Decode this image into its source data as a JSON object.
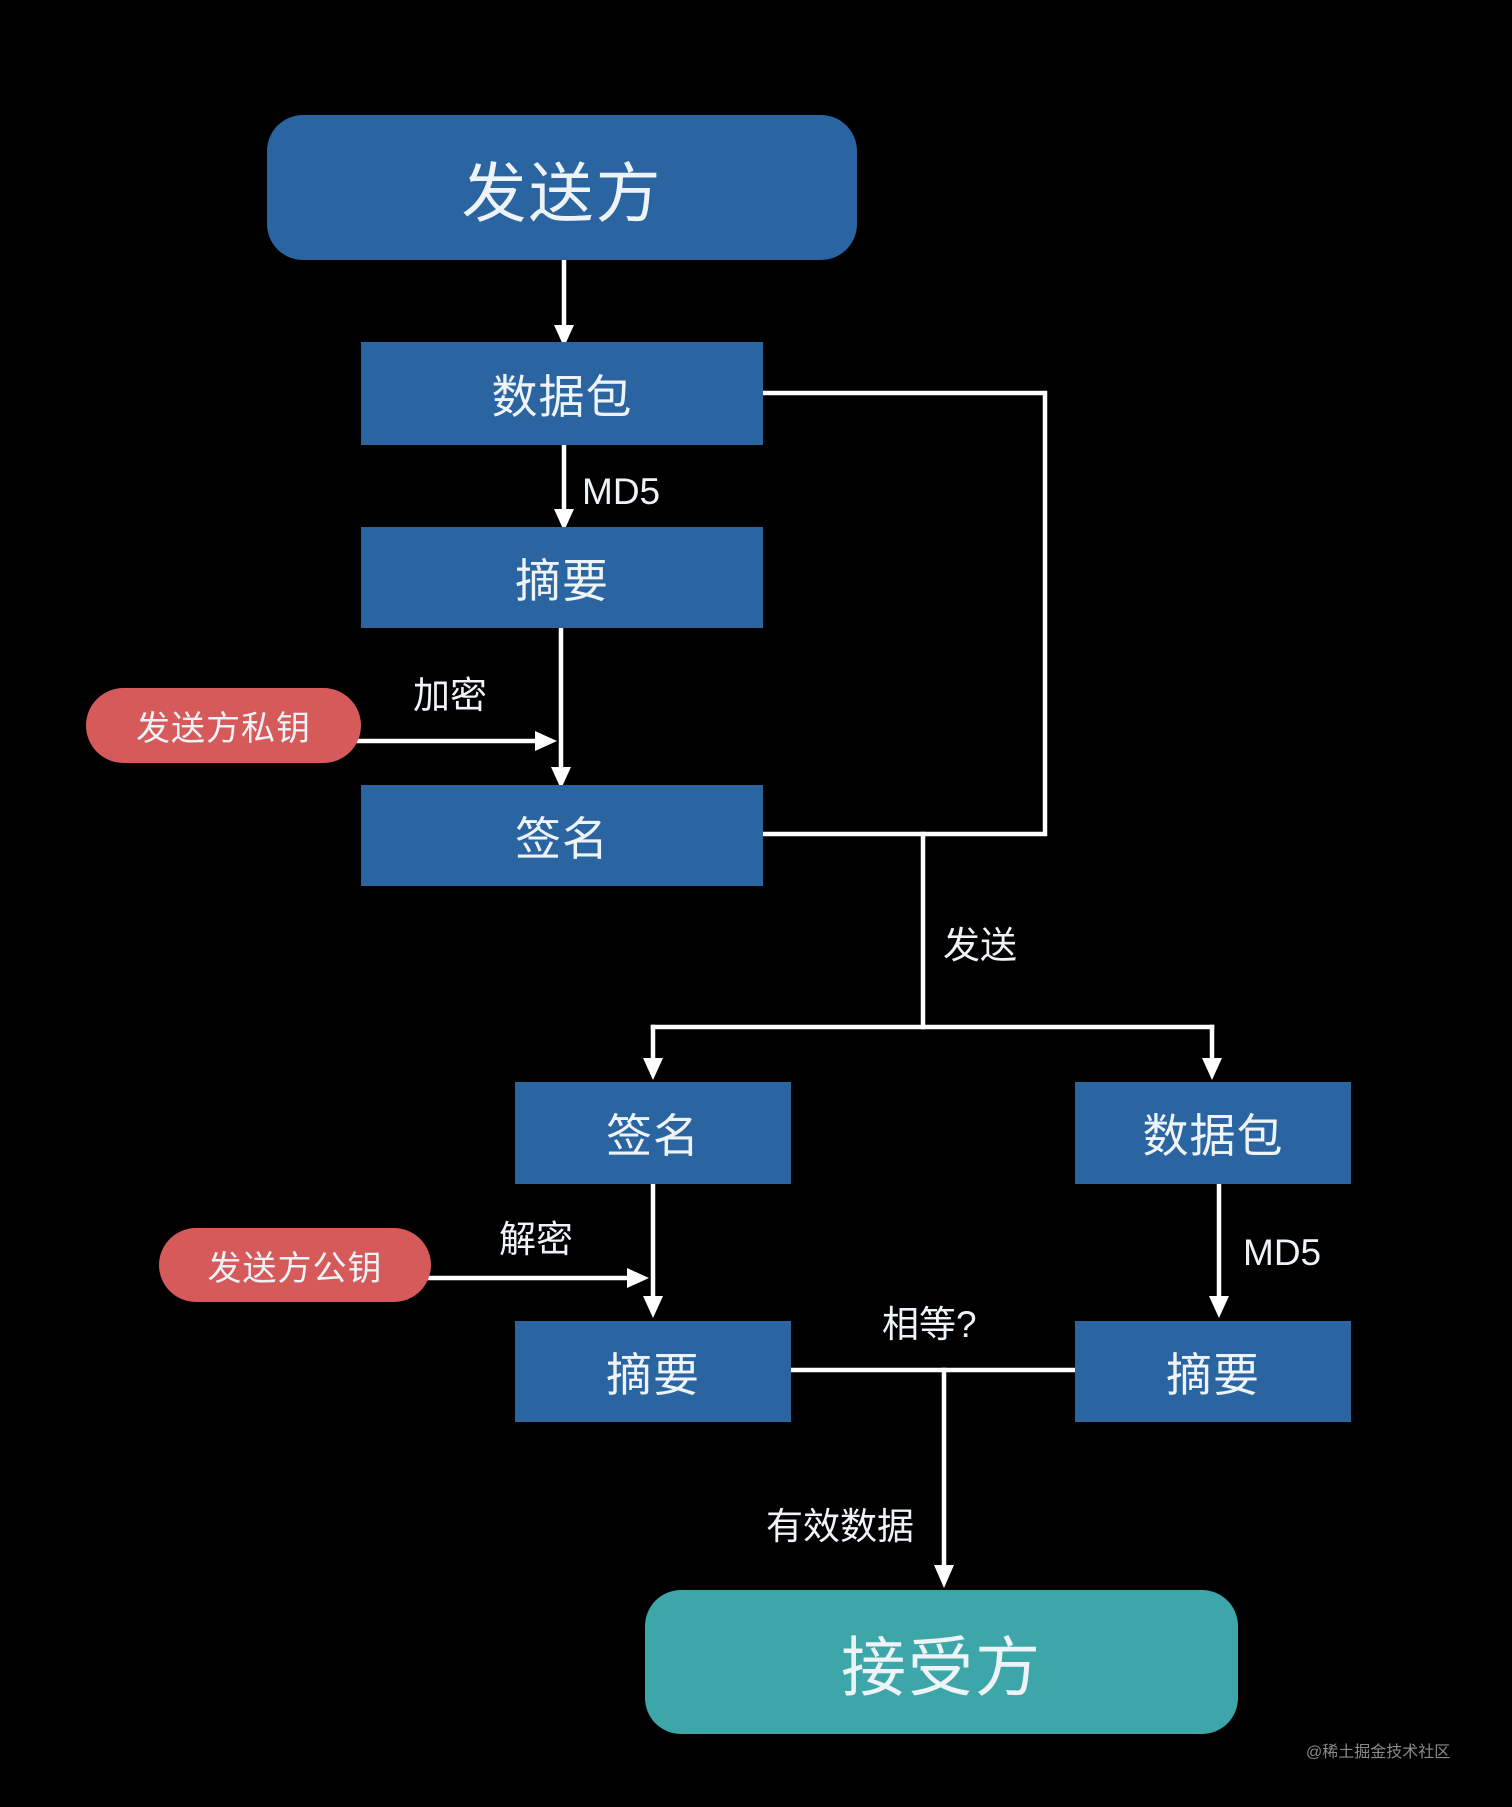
{
  "sender": {
    "label": "发送方"
  },
  "sender_flow": {
    "data_packet": "数据包",
    "md5_label": "MD5",
    "digest": "摘要",
    "encrypt_label": "加密",
    "private_key": "发送方私钥",
    "signature": "签名"
  },
  "send_label": "发送",
  "receiver_flow": {
    "signature": "签名",
    "data_packet": "数据包",
    "decrypt_label": "解密",
    "public_key": "发送方公钥",
    "md5_label": "MD5",
    "digest_left": "摘要",
    "digest_right": "摘要",
    "equal_label": "相等?",
    "valid_label": "有效数据"
  },
  "receiver": {
    "label": "接受方"
  },
  "watermark": "@稀土掘金技术社区",
  "colors": {
    "background": "#000000",
    "process_box": "#2a64a1",
    "key_pill": "#d65a5a",
    "receiver_box": "#3ca6a8",
    "connector": "#ffffff"
  }
}
